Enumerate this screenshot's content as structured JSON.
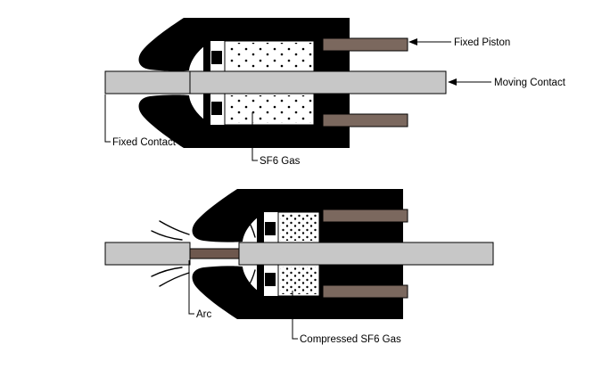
{
  "colors": {
    "casing": "#000000",
    "contact_rod": "#c7c7c7",
    "piston": "#7b685e",
    "arc": "#6e584e",
    "gas_dots": "#000000",
    "background": "#ffffff"
  },
  "closed_state": {
    "fixed_piston_label": "Fixed Piston",
    "moving_contact_label": "Moving Contact",
    "fixed_contact_label": "Fixed Contact",
    "sf6_gas_label": "SF6 Gas"
  },
  "open_state": {
    "arc_label": "Arc",
    "compressed_sf6_gas_label": "Compressed SF6 Gas"
  }
}
